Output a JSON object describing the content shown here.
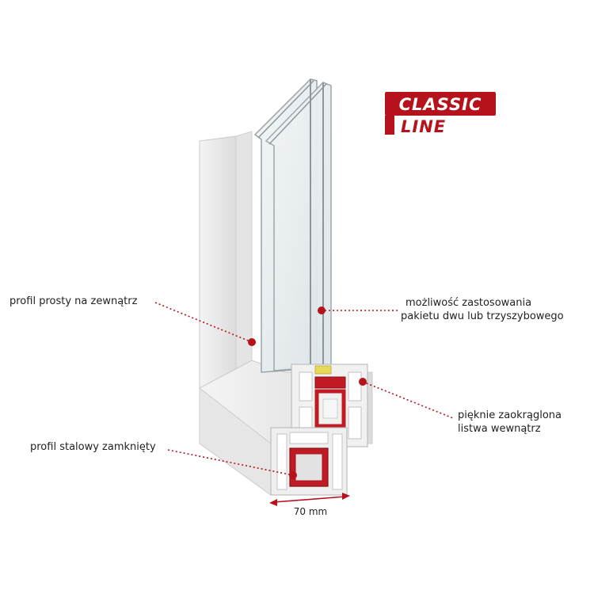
{
  "brand": {
    "logo_top": "CLASSIC",
    "logo_bottom": "LINE",
    "accent_color": "#b5121b"
  },
  "callouts": {
    "outside_profile": "profil prosty na zewnątrz",
    "steel_profile": "profil stalowy zamknięty",
    "glazing_line1": "możliwość zastosowania",
    "glazing_line2": "pakietu dwu lub trzyszybowego",
    "bead_line1": "pięknie zaokrąglona",
    "bead_line2": "listwa wewnątrz"
  },
  "dimension": {
    "width_label": "70 mm"
  },
  "colors": {
    "pvc": "#eeeeee",
    "pvc_shadow": "#d6d6d6",
    "steel_red": "#c01a24",
    "glass": "#e8edf0",
    "leader": "#b5121b"
  }
}
